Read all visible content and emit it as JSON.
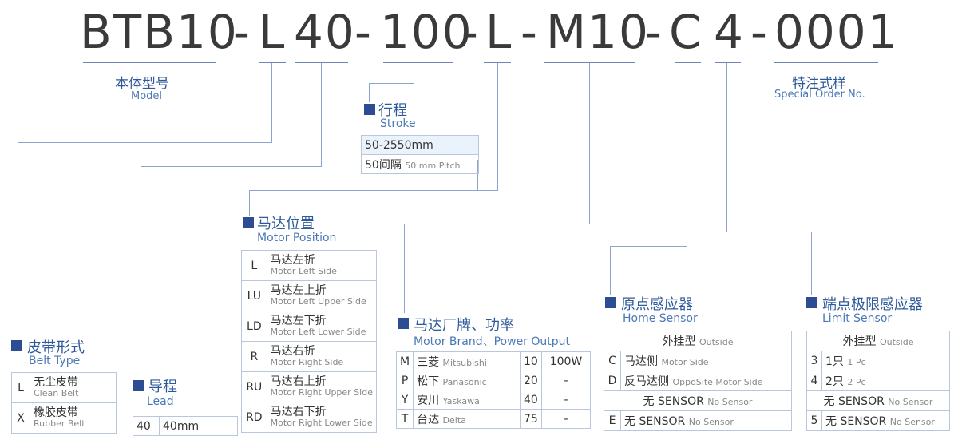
{
  "code_parts": [
    "BTB10",
    "-",
    "L",
    "40",
    "-",
    "100",
    "-",
    "L",
    "-",
    "M10",
    "-",
    "C",
    "4",
    "-",
    "0001"
  ],
  "model": {
    "cn": "本体型号",
    "en": "Model"
  },
  "special": {
    "cn": "特注式样",
    "en": "Special Order No."
  },
  "stroke": {
    "cn": "行程",
    "en": "Stroke",
    "range": "50-2550mm",
    "pitch_cn": "50间隔",
    "pitch_en": "50 mm Pitch"
  },
  "belt": {
    "cn": "皮带形式",
    "en": "Belt Type",
    "rows": [
      {
        "code": "L",
        "cn": "无尘皮带",
        "en": "Clean Belt"
      },
      {
        "code": "X",
        "cn": "橡胶皮带",
        "en": "Rubber Belt"
      }
    ]
  },
  "lead": {
    "cn": "导程",
    "en": "Lead",
    "code": "40",
    "value": "40mm"
  },
  "motor_position": {
    "cn": "马达位置",
    "en": "Motor Position",
    "rows": [
      {
        "code": "L",
        "cn": "马达左折",
        "en": "Motor Left Side"
      },
      {
        "code": "LU",
        "cn": "马达左上折",
        "en": "Motor Left Upper Side"
      },
      {
        "code": "LD",
        "cn": "马达左下折",
        "en": "Motor Left Lower Side"
      },
      {
        "code": "R",
        "cn": "马达右折",
        "en": "Motor Right Side"
      },
      {
        "code": "RU",
        "cn": "马达右上折",
        "en": "Motor Right Upper Side"
      },
      {
        "code": "RD",
        "cn": "马达右下折",
        "en": "Motor Right Lower Side"
      }
    ]
  },
  "motor_brand": {
    "cn": "马达厂牌、功率",
    "en": "Motor Brand、Power Output",
    "rows": [
      {
        "code": "M",
        "cn": "三菱",
        "en": "Mitsubishi",
        "num": "10",
        "power": "100W"
      },
      {
        "code": "P",
        "cn": "松下",
        "en": "Panasonic",
        "num": "20",
        "power": "-"
      },
      {
        "code": "Y",
        "cn": "安川",
        "en": "Yaskawa",
        "num": "40",
        "power": "-"
      },
      {
        "code": "T",
        "cn": "台达",
        "en": "Delta",
        "num": "75",
        "power": "-"
      }
    ]
  },
  "home_sensor": {
    "cn": "原点感应器",
    "en": "Home Sensor",
    "header_cn": "外挂型",
    "header_en": "Outside",
    "rows": [
      {
        "code": "C",
        "cn": "马达侧",
        "en": "Motor Side"
      },
      {
        "code": "D",
        "cn": "反马达侧",
        "en": "OppoSite Motor Side"
      }
    ],
    "mid_cn": "无 SENSOR",
    "mid_en": "No Sensor",
    "last": {
      "code": "E",
      "cn": "无 SENSOR",
      "en": "No Sensor"
    }
  },
  "limit_sensor": {
    "cn": "端点极限感应器",
    "en": "Limit Sensor",
    "header_cn": "外挂型",
    "header_en": "Outside",
    "rows": [
      {
        "code": "3",
        "cn": "1只",
        "en": "1 Pc"
      },
      {
        "code": "4",
        "cn": "2只",
        "en": "2 Pc"
      }
    ],
    "mid_cn": "无 SENSOR",
    "mid_en": "No Sensor",
    "last": {
      "code": "5",
      "cn": "无 SENSOR",
      "en": "No Sensor"
    }
  }
}
